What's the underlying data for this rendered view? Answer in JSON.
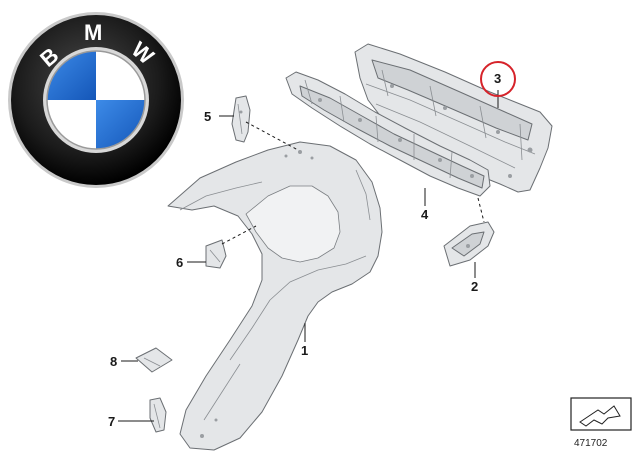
{
  "logo": {
    "letters": [
      "B",
      "M",
      "W"
    ],
    "colors": {
      "ring": "#1b1b1b",
      "blue": "#1c69d4",
      "white": "#ffffff"
    }
  },
  "callouts": [
    {
      "id": "1",
      "text": "1"
    },
    {
      "id": "2",
      "text": "2"
    },
    {
      "id": "3",
      "text": "3"
    },
    {
      "id": "4",
      "text": "4"
    },
    {
      "id": "5",
      "text": "5"
    },
    {
      "id": "6",
      "text": "6"
    },
    {
      "id": "7",
      "text": "7"
    },
    {
      "id": "8",
      "text": "8"
    }
  ],
  "highlight": {
    "part": "3",
    "color": "#d6232a"
  },
  "diagram_number": "471702"
}
